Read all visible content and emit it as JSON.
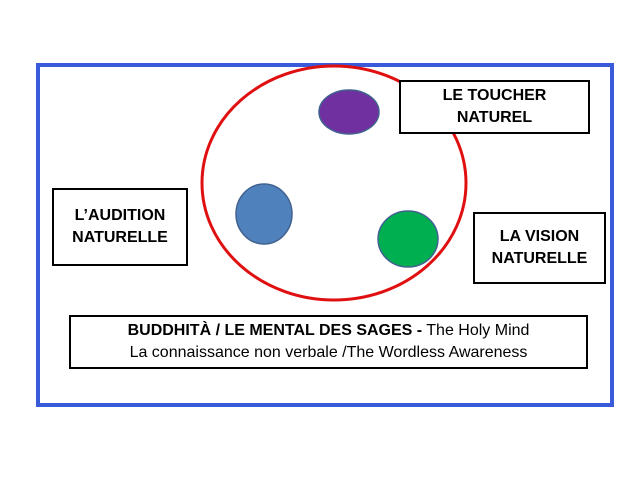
{
  "colors": {
    "frame": "#3a5bd9",
    "ring": "#e01010",
    "touch_dot": "#7030a0",
    "hearing_dot": "#4f81bd",
    "vision_dot": "#00b050"
  },
  "labels": {
    "touch": [
      "LE TOUCHER",
      "NATUREL"
    ],
    "hearing": [
      "L’AUDITION",
      "NATURELLE"
    ],
    "vision": [
      "LA VISION",
      "NATURELLE"
    ]
  },
  "bottom": {
    "bold": "BUDDHITÀ / LE MENTAL DES SAGES -",
    "rest": " The Holy Mind",
    "line2": "La connaissance non verbale /The Wordless Awareness"
  }
}
